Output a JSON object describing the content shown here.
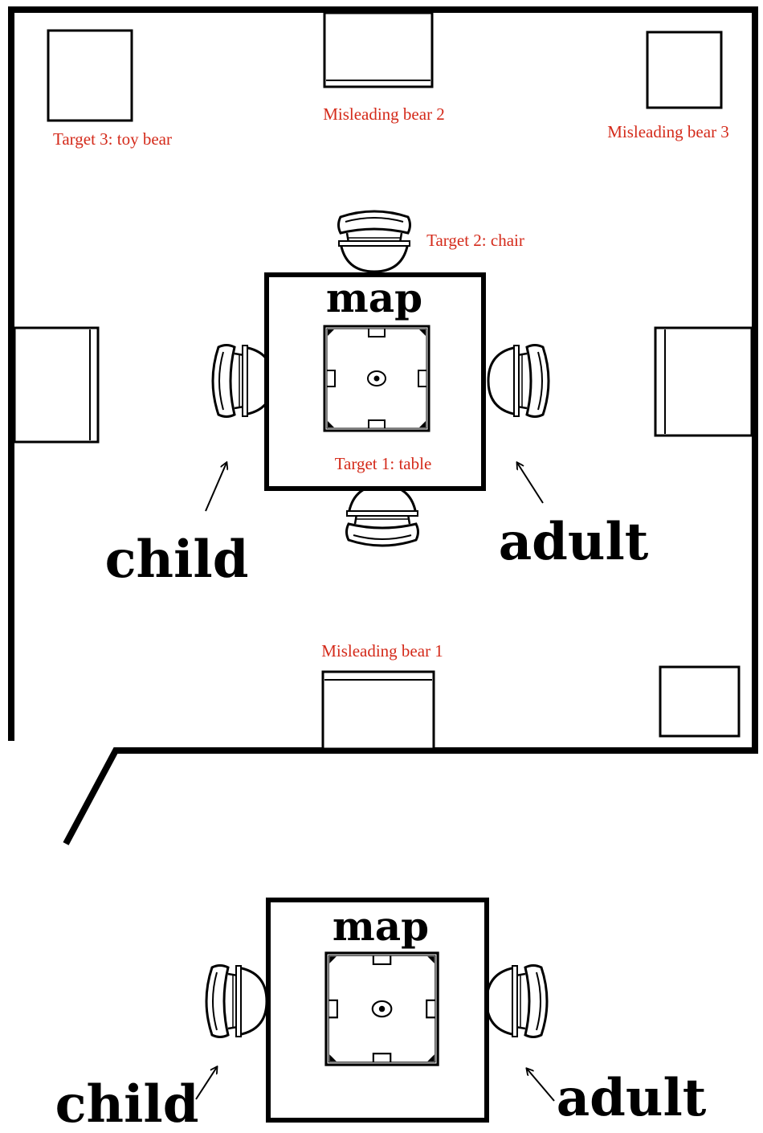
{
  "colors": {
    "label_red": "#d42a1a",
    "ink": "#000000",
    "background": "#ffffff"
  },
  "room": {
    "targets": {
      "target_1": "Target 1: table",
      "target_2": "Target 2: chair",
      "target_3": "Target 3: toy bear"
    },
    "misleading": {
      "bear_1": "Misleading bear 1",
      "bear_2": "Misleading bear 2",
      "bear_3": "Misleading bear 3"
    },
    "map_label": "map",
    "child_label": "child",
    "adult_label": "adult"
  },
  "detail": {
    "map_label": "map",
    "child_label": "child",
    "adult_label": "adult"
  }
}
